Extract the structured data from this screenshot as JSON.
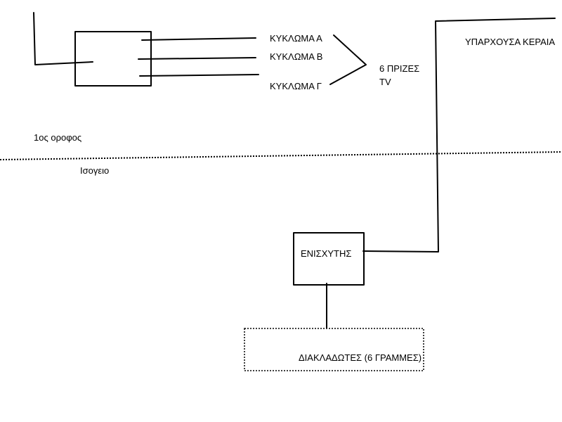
{
  "labels": {
    "circuit_a": "ΚΥΚΛΩΜΑ Α",
    "circuit_b": "ΚΥΚΛΩΜΑ Β",
    "circuit_c": "ΚΥΚΛΩΜΑ Γ",
    "sockets_line1": "6 ΠΡΙΖΕΣ",
    "sockets_line2": "TV",
    "existing_antenna": "ΥΠΑΡΧΟΥΣΑ ΚΕΡΑΙΑ",
    "first_floor": "1ος οροφος",
    "ground_floor": "Ισογειο",
    "amplifier": "ΕΝΙΣΧΥΤΗΣ",
    "splitters": "ΔΙΑΚΛΑΔΩΤΕΣ (6 ΓΡΑΜΜΕΣ)"
  },
  "colors": {
    "stroke": "#000000",
    "background": "#ffffff"
  }
}
